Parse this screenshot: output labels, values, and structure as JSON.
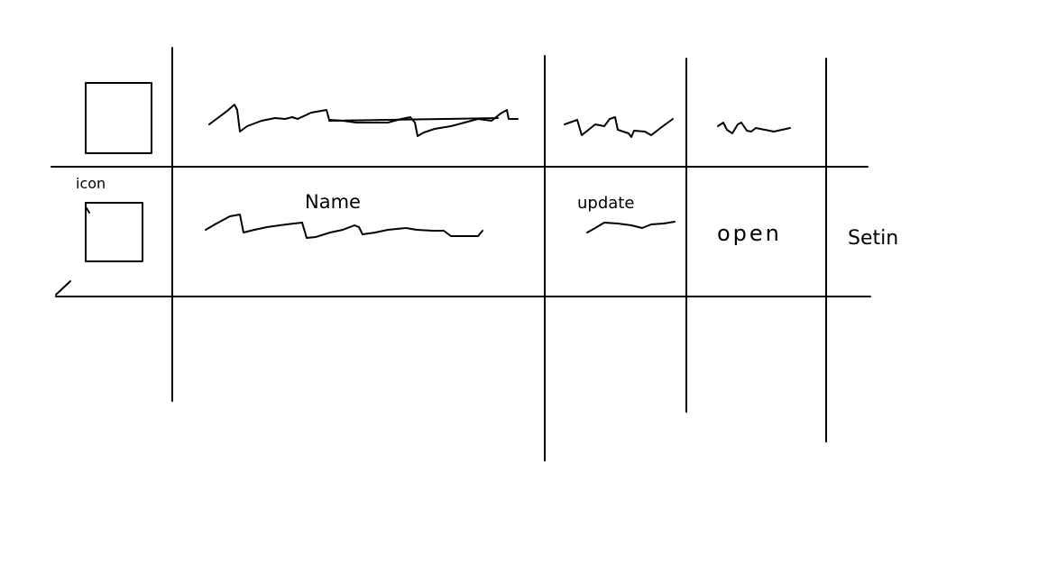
{
  "wireframe": {
    "ink_color": "#000000",
    "background_color": "#ffffff",
    "annotations": {
      "icon_label": "icon",
      "name_label": "Name",
      "update_label": "update",
      "open_label": "open",
      "setting_label": "Setin"
    },
    "placeholders": [
      "icon-box",
      "name-scribble",
      "update-scribble",
      "open-scribble"
    ]
  }
}
